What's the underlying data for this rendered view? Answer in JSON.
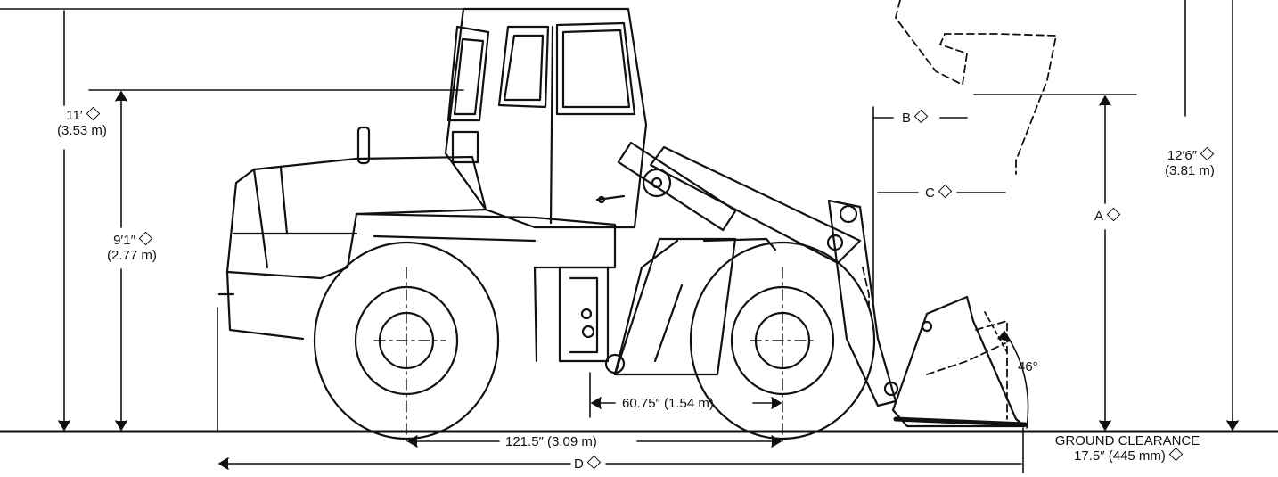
{
  "labels": {
    "overall_height": "11′",
    "overall_height_metric": "(3.53 m)",
    "height_to_hood": "9′1″",
    "height_to_hood_metric": "(2.77 m)",
    "dim_b": "B",
    "dim_c": "C",
    "dim_a": "A",
    "max_lift_height": "12′6″",
    "max_lift_height_metric": "(3.81 m)",
    "dump_angle": "46°",
    "axle_to_pivot": "60.75″ (1.54 m)",
    "wheelbase": "121.5″ (3.09 m)",
    "dim_d": "D",
    "ground_clearance_title": "GROUND CLEARANCE",
    "ground_clearance_value": "17.5″ (445 mm)"
  }
}
